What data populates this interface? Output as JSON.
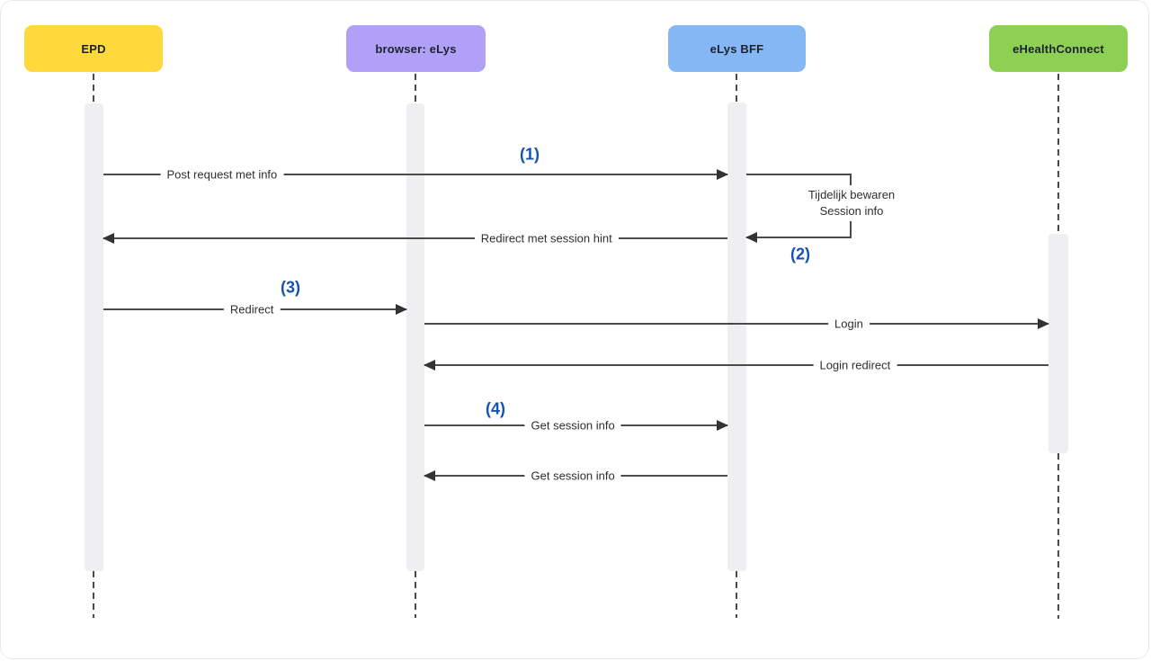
{
  "diagram_type": "sequence-diagram",
  "actors": [
    {
      "label": "EPD",
      "color": "#FFD83C"
    },
    {
      "label": "browser: eLys",
      "color": "#B0A0F8"
    },
    {
      "label": "eLys BFF",
      "color": "#84B7F4"
    },
    {
      "label": "eHealthConnect",
      "color": "#8DD053"
    }
  ],
  "messages": [
    {
      "text": "Post request met info",
      "from": "EPD",
      "to": "eLys BFF"
    },
    {
      "text": "Redirect met session hint",
      "from": "eLys BFF",
      "to": "EPD"
    },
    {
      "text": "Redirect",
      "from": "EPD",
      "to": "browser: eLys"
    },
    {
      "text": "Login",
      "from": "browser: eLys",
      "to": "eHealthConnect"
    },
    {
      "text": "Login redirect",
      "from": "eHealthConnect",
      "to": "browser: eLys"
    },
    {
      "text": "Get session info",
      "from": "browser: eLys",
      "to": "eLys BFF"
    },
    {
      "text": "Get session info",
      "from": "eLys BFF",
      "to": "browser: eLys"
    }
  ],
  "self_message": {
    "actor": "eLys BFF",
    "lines": [
      "Tijdelijk bewaren",
      "Session info"
    ]
  },
  "annotations": [
    {
      "text": "(1)"
    },
    {
      "text": "(2)"
    },
    {
      "text": "(3)"
    },
    {
      "text": "(4)"
    }
  ],
  "colors": {
    "annotation_blue": "#1253B5",
    "arrow": "#4b4b4b",
    "activation_bar": "#efeff1",
    "background": "#ffffff"
  }
}
